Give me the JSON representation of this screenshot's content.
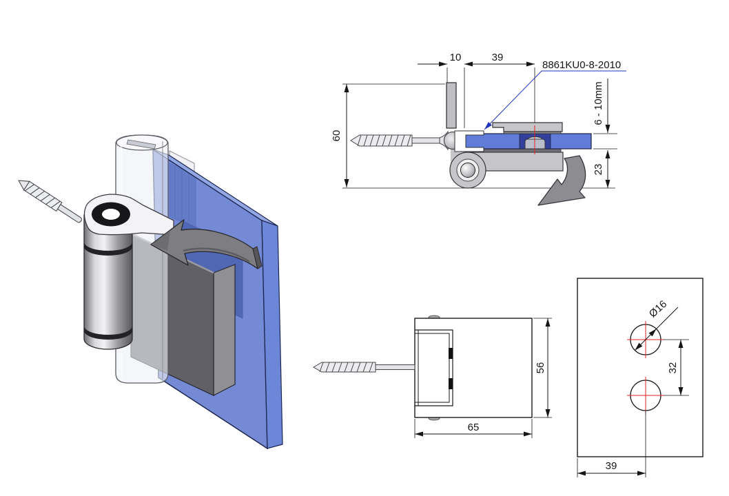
{
  "drawing": {
    "description": "Technical drawing of glass door hinge with frame screw",
    "part_number": "8861KU0-8-2010",
    "colors": {
      "annotation_blue": "#2233bb",
      "glass_blue_section": "#617cd8",
      "glass_blue_3d": "#5670cc",
      "centerline_red": "#e02020",
      "metal_light": "#c6c6c6",
      "metal_dark": "#606066",
      "line_black": "#1a1a1a"
    },
    "views": {
      "section": {
        "dims": {
          "offset_10": "10",
          "width_39": "39",
          "height_60": "60",
          "glass_range": "6 - 10mm",
          "drop_23": "23"
        },
        "part_number": "8861KU0-8-2010"
      },
      "top": {
        "dims": {
          "width_65": "65",
          "depth_56": "56"
        }
      },
      "template": {
        "dims": {
          "hole_dia": "Ø16",
          "spacing_32": "32",
          "edge_39": "39"
        }
      }
    }
  }
}
